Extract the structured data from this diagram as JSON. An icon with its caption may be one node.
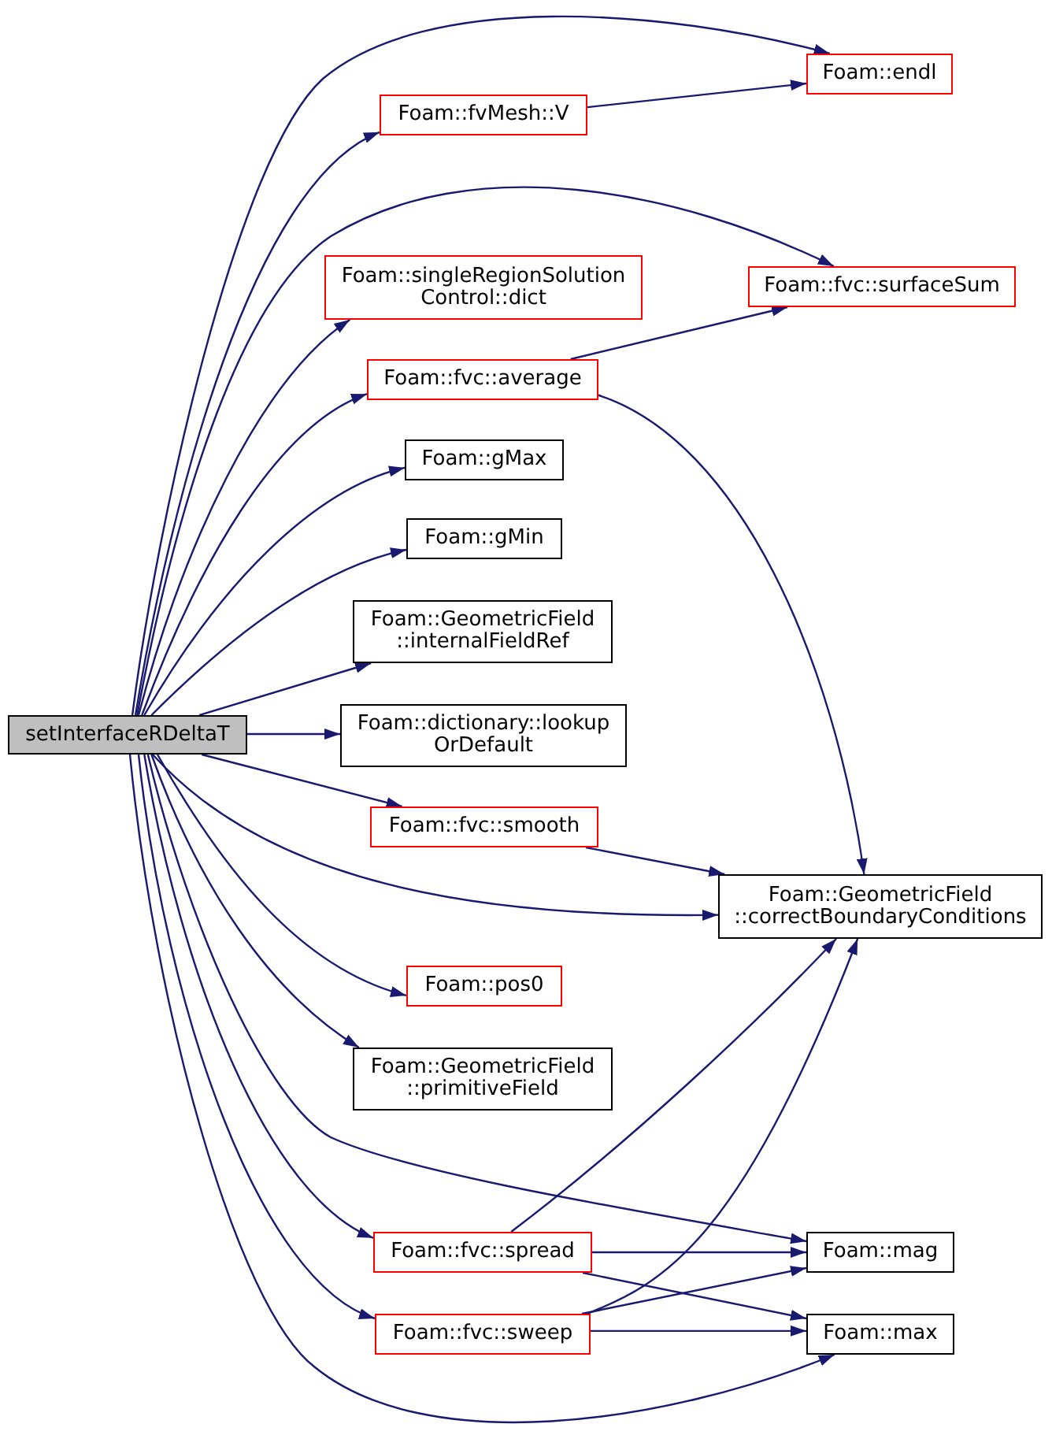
{
  "diagram": {
    "nodes": [
      {
        "text": [
          "setInterfaceRDeltaT"
        ]
      },
      {
        "text": [
          "Foam::endl"
        ]
      },
      {
        "text": [
          "Foam::fvMesh::V"
        ]
      },
      {
        "text": [
          "Foam::singleRegionSolution Control::dict"
        ]
      },
      {
        "text": [
          "Foam::fvc::surfaceSum"
        ]
      },
      {
        "text": [
          "Foam::fvc::average"
        ]
      },
      {
        "text": [
          "Foam::gMax"
        ]
      },
      {
        "text": [
          "Foam::gMin"
        ]
      },
      {
        "text": [
          "Foam::GeometricField ::internalFieldRef"
        ]
      },
      {
        "text": [
          "Foam::dictionary::lookup OrDefault"
        ]
      },
      {
        "text": [
          "Foam::fvc::smooth"
        ]
      },
      {
        "text": [
          "Foam::GeometricField ::correctBoundaryConditions"
        ]
      },
      {
        "text": [
          "Foam::pos0"
        ]
      },
      {
        "text": [
          "Foam::GeometricField ::primitiveField"
        ]
      },
      {
        "text": [
          "Foam::fvc::spread"
        ]
      },
      {
        "text": [
          "Foam::mag"
        ]
      },
      {
        "text": [
          "Foam::fvc::sweep"
        ]
      },
      {
        "text": [
          "Foam::max"
        ]
      }
    ],
    "edges": [
      {
        "from": 0,
        "to": 1,
        "arrow": "to"
      },
      {
        "from": 0,
        "to": 2,
        "arrow": "to"
      },
      {
        "from": 2,
        "to": 1,
        "arrow": "to"
      },
      {
        "from": 0,
        "to": 3,
        "arrow": "to"
      },
      {
        "from": 0,
        "to": 4,
        "arrow": "to"
      },
      {
        "from": 0,
        "to": 5,
        "arrow": "to"
      },
      {
        "from": 5,
        "to": 4,
        "arrow": "to"
      },
      {
        "from": 5,
        "to": 11,
        "arrow": "to"
      },
      {
        "from": 0,
        "to": 6,
        "arrow": "to"
      },
      {
        "from": 0,
        "to": 7,
        "arrow": "to"
      },
      {
        "from": 0,
        "to": 8,
        "arrow": "to"
      },
      {
        "from": 0,
        "to": 9,
        "arrow": "to"
      },
      {
        "from": 0,
        "to": 10,
        "arrow": "to"
      },
      {
        "from": 10,
        "to": 11,
        "arrow": "to"
      },
      {
        "from": 0,
        "to": 11,
        "arrow": "to"
      },
      {
        "from": 0,
        "to": 12,
        "arrow": "to"
      },
      {
        "from": 0,
        "to": 13,
        "arrow": "to"
      },
      {
        "from": 0,
        "to": 14,
        "arrow": "to"
      },
      {
        "from": 14,
        "to": 11,
        "arrow": "to"
      },
      {
        "from": 14,
        "to": 15,
        "arrow": "to"
      },
      {
        "from": 14,
        "to": 17,
        "arrow": "to"
      },
      {
        "from": 0,
        "to": 15,
        "arrow": "to"
      },
      {
        "from": 0,
        "to": 16,
        "arrow": "to"
      },
      {
        "from": 16,
        "to": 11,
        "arrow": "to"
      },
      {
        "from": 16,
        "to": 15,
        "arrow": "to"
      },
      {
        "from": 16,
        "to": 17,
        "arrow": "to"
      },
      {
        "from": 0,
        "to": 17,
        "arrow": "to"
      }
    ]
  }
}
